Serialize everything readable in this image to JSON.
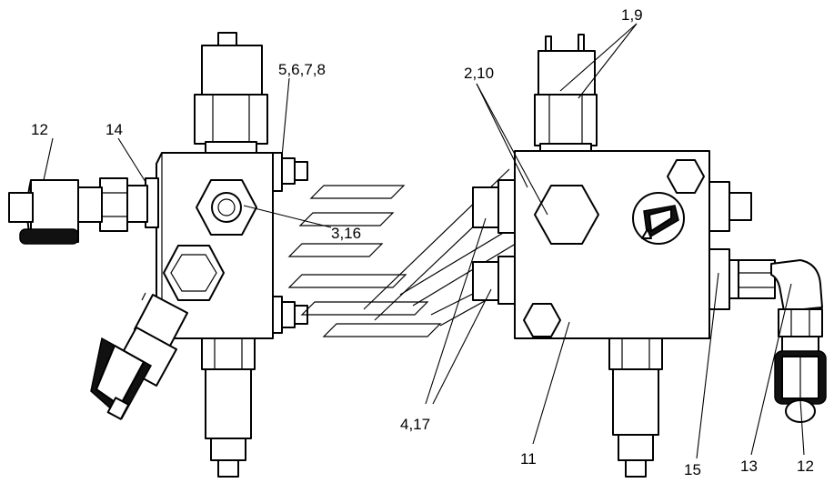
{
  "callouts": [
    {
      "id": "c-1-9",
      "text": "1,9"
    },
    {
      "id": "c-5-8",
      "text": "5,6,7,8"
    },
    {
      "id": "c-2-10",
      "text": "2,10"
    },
    {
      "id": "c-12-left",
      "text": "12"
    },
    {
      "id": "c-14",
      "text": "14"
    },
    {
      "id": "c-3-16",
      "text": "3,16"
    },
    {
      "id": "c-4-17",
      "text": "4,17"
    },
    {
      "id": "c-11",
      "text": "11"
    },
    {
      "id": "c-15",
      "text": "15"
    },
    {
      "id": "c-13",
      "text": "13"
    },
    {
      "id": "c-12-right",
      "text": "12"
    }
  ]
}
